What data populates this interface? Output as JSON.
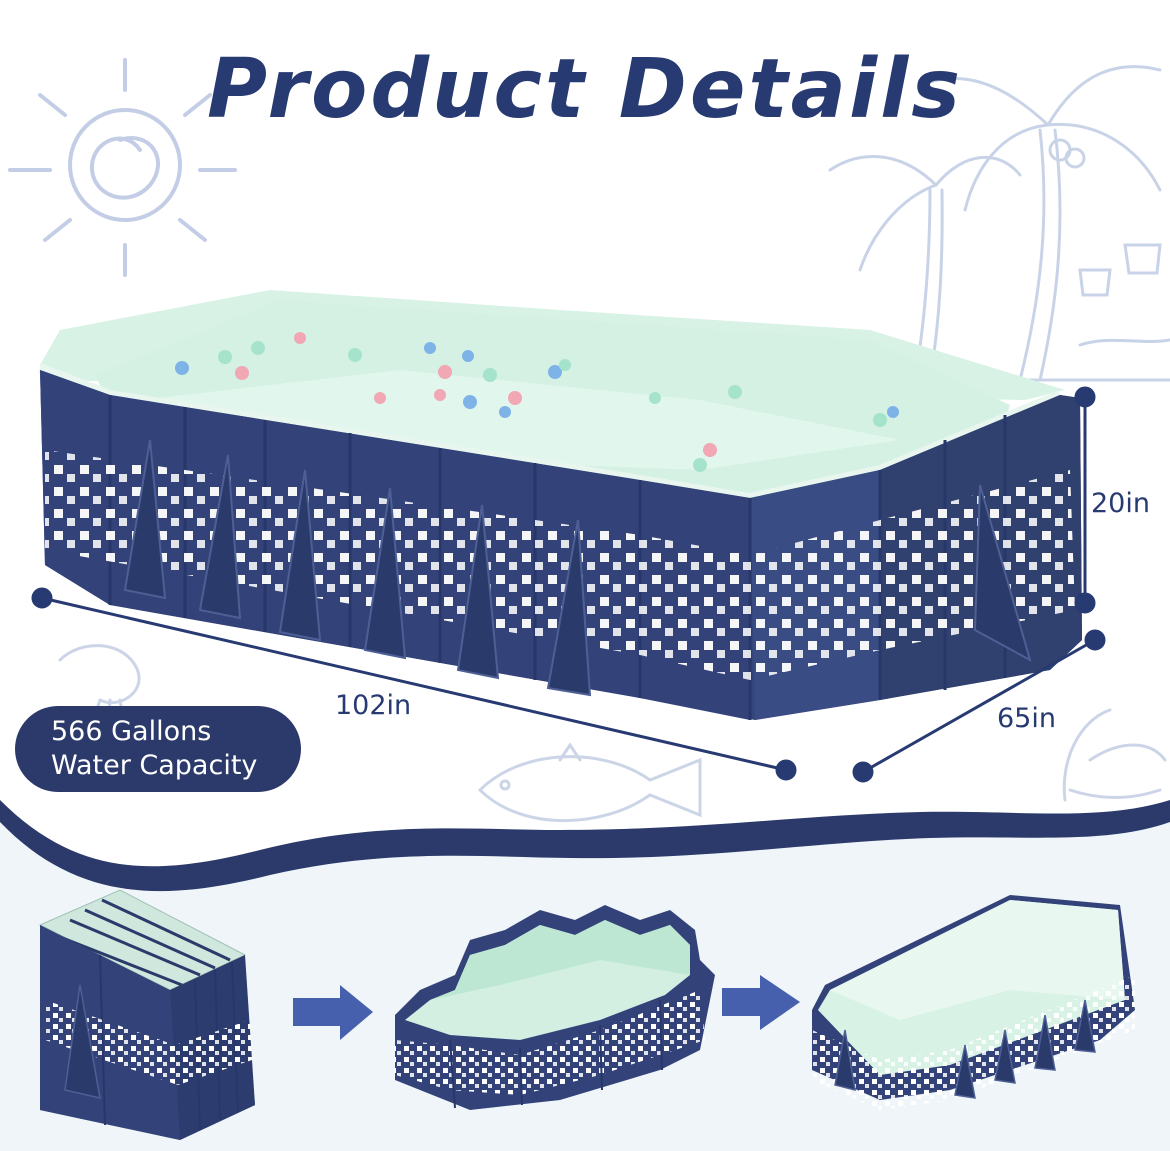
{
  "title": "Product Details",
  "dimensions": {
    "length": "102in",
    "width": "65in",
    "height": "20in"
  },
  "capacity_badge": {
    "line1": "566 Gallons",
    "line2": "Water Capacity"
  },
  "colors": {
    "navy": "#2b3a6b",
    "title_blue": "#273a72",
    "mint": "#cbeedd",
    "sketch": "#c9d3e8"
  }
}
